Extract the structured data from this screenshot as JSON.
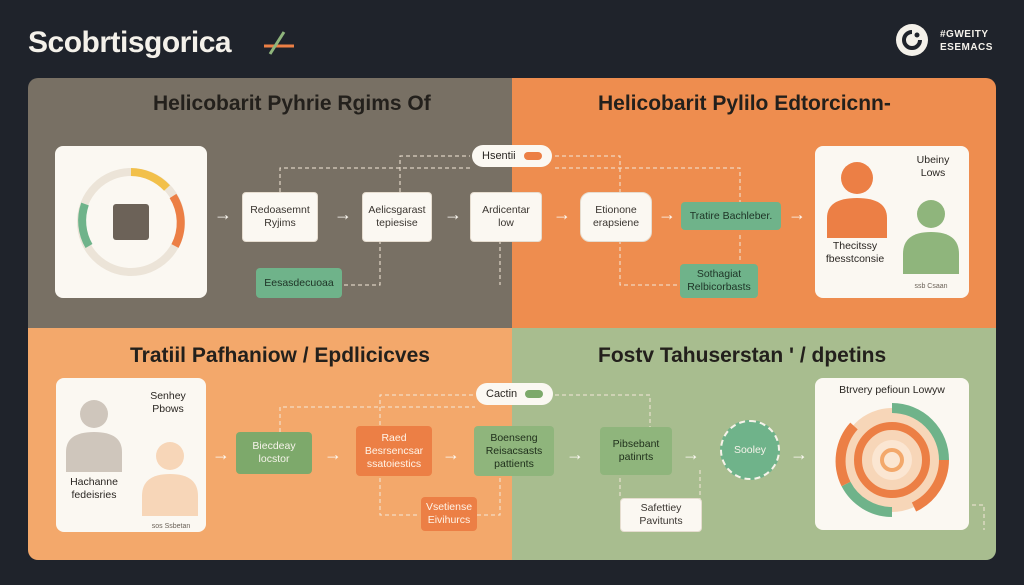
{
  "header": {
    "brand": "Scobrtisgorica",
    "logo_text_line1": "#GWEITY",
    "logo_text_line2": "ESEMACS"
  },
  "quadrants": {
    "q1": {
      "title": "Helicobarit Pyhrie Rgims Of",
      "boxes": [
        {
          "line1": "Redoasemnt",
          "line2": "Ryjims"
        },
        {
          "line1": "Aelicsgarast",
          "line2": "tepiesise"
        },
        {
          "line1": "Ardicentar",
          "line2": "low"
        }
      ],
      "green_box": "Eesasdecuoaa",
      "pill": "Hsentii"
    },
    "q2": {
      "title": "Helicobarit Pylilo Edtorcicnn-",
      "bubble": {
        "line1": "Etionone",
        "line2": "erapsiene"
      },
      "green_box": "Tratire Bachleber.",
      "green_box2": {
        "line1": "Sothagiat",
        "line2": "Relbicorbasts"
      },
      "card": {
        "top_line1": "Ubeiny",
        "top_line2": "Lows",
        "mid_line1": "Thecitssy",
        "mid_line2": "fbesstconsie",
        "foot": "ssb Csaan"
      }
    },
    "q3": {
      "title": "Tratiil Pafhaniow  / Epdlicicves",
      "card": {
        "top_line1": "Senhey",
        "top_line2": "Pbows",
        "mid_line1": "Hachanne",
        "mid_line2": "fedeisries",
        "foot": "sos Ssbetan"
      },
      "boxes": [
        {
          "line1": "Biecdeay",
          "line2": "locstor"
        },
        {
          "line1": "Raed",
          "line2": "Besrsencsar",
          "line3": "ssatoiestics"
        },
        {
          "line1": "Boenseng",
          "line2": "Reisacsasts",
          "line3": "pattients"
        }
      ],
      "orange_box": {
        "line1": "Vsetiense",
        "line2": "Eivihurcs"
      }
    },
    "q4": {
      "title": "Fostv Tahuserstan ' / dpetins",
      "pill": "Cactin",
      "box": {
        "line1": "Pibsebant",
        "line2": "patinrts"
      },
      "circle": "Sooley",
      "safety": {
        "line1": "Safettiey",
        "line2": "Pavitunts"
      },
      "card_title": "Btrvery pefioun Lowyw"
    }
  },
  "colors": {
    "background": "#1f232b",
    "q1": "#787064",
    "q2": "#ee8d4f",
    "q3": "#f3a86b",
    "q4": "#a8bd8f",
    "green": "#6fb38a",
    "orange": "#ec7f45",
    "card": "#fbf8f2"
  }
}
